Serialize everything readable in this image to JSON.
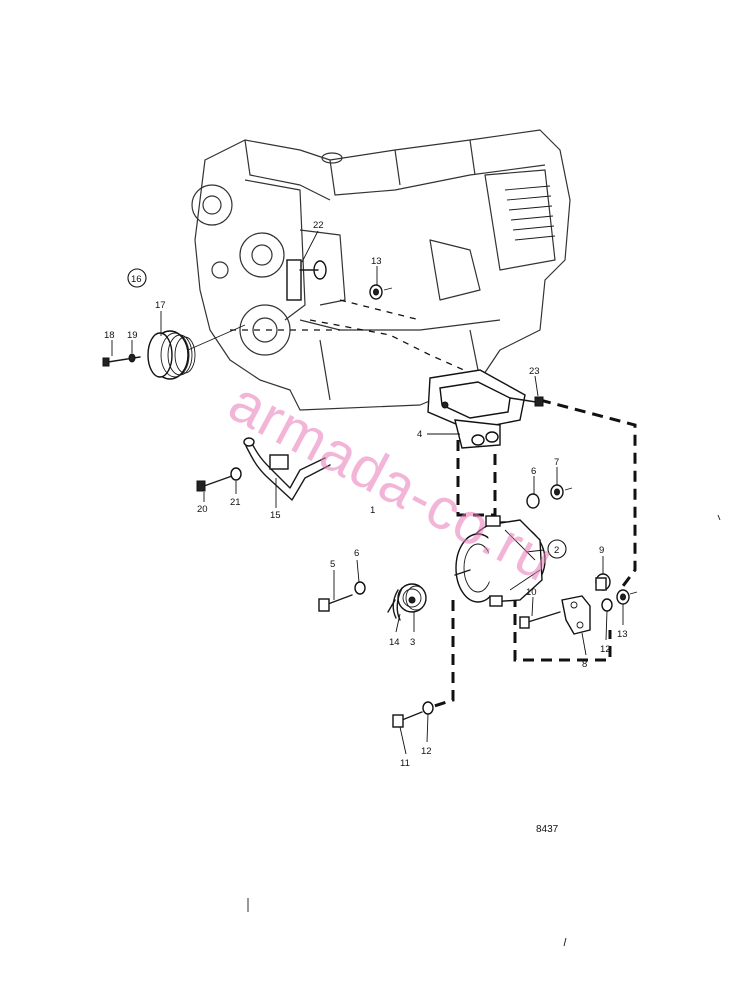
{
  "labels": {
    "p1": "1",
    "p2": "2",
    "p3": "3",
    "p4": "4",
    "p5": "5",
    "p6a": "6",
    "p6b": "6",
    "p7": "7",
    "p8": "8",
    "p9": "9",
    "p10": "10",
    "p11": "11",
    "p12a": "12",
    "p12b": "12",
    "p13a": "13",
    "p13b": "13",
    "p14": "14",
    "p15": "15",
    "p16": "16",
    "p17": "17",
    "p18": "18",
    "p19": "19",
    "p20": "20",
    "p21": "21",
    "p22": "22",
    "p23": "23"
  },
  "drawing_code": "8437",
  "watermark": "armada-co.ru",
  "colors": {
    "line": "#111111",
    "watermark": "#e879b8",
    "background": "#ffffff"
  }
}
